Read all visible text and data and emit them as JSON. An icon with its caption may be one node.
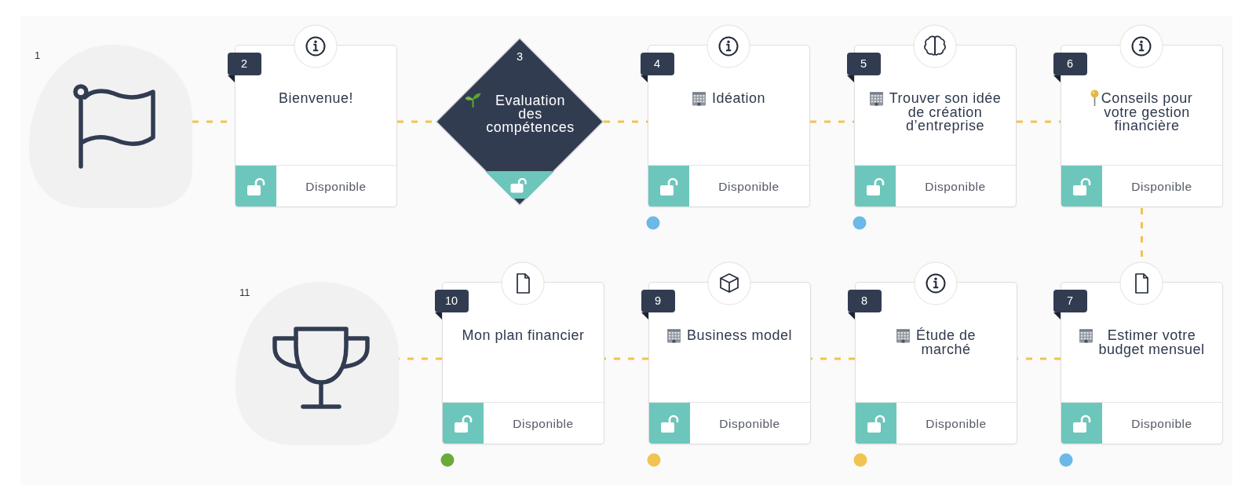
{
  "diagram": {
    "nodes": [
      {
        "text": [],
        "shape": "picture",
        "beside": [
          "1"
        ]
      },
      {
        "text": [
          "2",
          "Bienvenue!",
          "Disponible"
        ]
      },
      {
        "text": [
          "3",
          "Evaluation des compétences"
        ]
      },
      {
        "text": [
          "4",
          "Idéation",
          "Disponible"
        ]
      },
      {
        "text": [
          "5",
          "Trouver son idée de création d’entreprise",
          "Disponible"
        ]
      },
      {
        "text": [
          "6",
          "Conseils pour votre gestion financière",
          "Disponible"
        ]
      },
      {
        "text": [
          "7",
          "Estimer votre budget mensuel",
          "Disponible"
        ]
      },
      {
        "text": [
          "8",
          "Étude de marché",
          "Disponible"
        ]
      },
      {
        "text": [
          "9",
          "Business model",
          "Disponible"
        ]
      },
      {
        "text": [
          "10",
          "Mon plan financier",
          "Disponible"
        ]
      },
      {
        "text": [],
        "shape": "picture",
        "beside": [
          "11"
        ]
      }
    ],
    "edges": [
      {
        "from": 0,
        "to": 1,
        "arrow": "none",
        "style": "dashed"
      },
      {
        "from": 1,
        "to": 2,
        "arrow": "none",
        "style": "dashed"
      },
      {
        "from": 2,
        "to": 3,
        "arrow": "none",
        "style": "dashed"
      },
      {
        "from": 3,
        "to": 4,
        "arrow": "none",
        "style": "dashed"
      },
      {
        "from": 4,
        "to": 5,
        "arrow": "none",
        "style": "dashed"
      },
      {
        "from": 5,
        "to": 6,
        "arrow": "none",
        "style": "dashed"
      },
      {
        "from": 6,
        "to": 7,
        "arrow": "none",
        "style": "dashed"
      },
      {
        "from": 7,
        "to": 8,
        "arrow": "none",
        "style": "dashed"
      },
      {
        "from": 8,
        "to": 9,
        "arrow": "none",
        "style": "dashed"
      },
      {
        "from": 9,
        "to": 10,
        "arrow": "none",
        "style": "dashed"
      }
    ]
  }
}
